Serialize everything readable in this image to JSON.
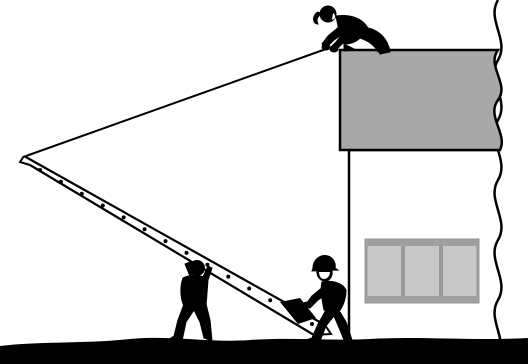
{
  "illustration": {
    "subject": "ladder-raising-with-rope",
    "colors": {
      "ink": "#000000",
      "paper": "#ffffff",
      "roof": "#a8a8a8",
      "window": "#c8c8c8",
      "window_frame": "#9a9a9a"
    },
    "figures": [
      "rope-holder-on-roof",
      "ladder-lifter",
      "ladder-footer-with-hardhat"
    ],
    "ladder_rungs": 14
  }
}
